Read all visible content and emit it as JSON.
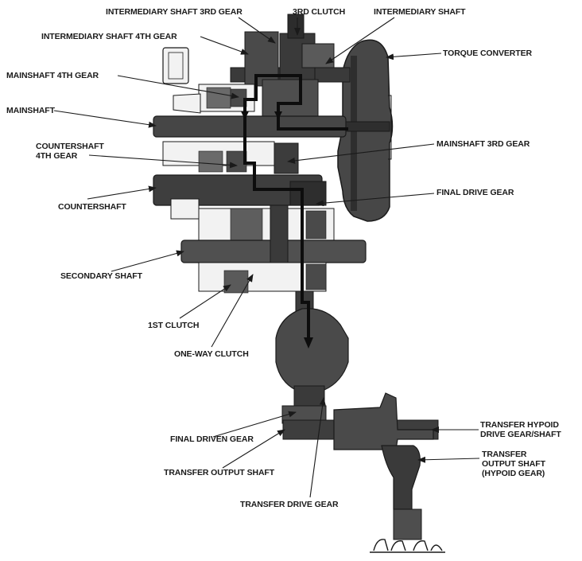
{
  "colors": {
    "ink": "#1a1a1a",
    "body_dark": "#3a3a3a",
    "body_mid": "#5a5a5a",
    "outline_light": "#f2f2f2",
    "power_flow": "#0d0d0d",
    "background": "#ffffff"
  },
  "labels": {
    "intermediary_shaft_3rd_gear": "INTERMEDIARY SHAFT 3RD GEAR",
    "third_clutch": "3RD CLUTCH",
    "intermediary_shaft": "INTERMEDIARY SHAFT",
    "intermediary_shaft_4th_gear": "INTERMEDIARY SHAFT 4TH GEAR",
    "torque_converter": "TORQUE CONVERTER",
    "mainshaft_4th_gear": "MAINSHAFT 4TH GEAR",
    "mainshaft": "MAINSHAFT",
    "countershaft_4th_gear_line1": "COUNTERSHAFT",
    "countershaft_4th_gear_line2": "4TH GEAR",
    "mainshaft_3rd_gear": "MAINSHAFT 3RD GEAR",
    "countershaft": "COUNTERSHAFT",
    "final_drive_gear": "FINAL DRIVE GEAR",
    "secondary_shaft": "SECONDARY SHAFT",
    "first_clutch": "1ST CLUTCH",
    "one_way_clutch": "ONE-WAY CLUTCH",
    "final_driven_gear": "FINAL DRIVEN GEAR",
    "transfer_hypoid_line1": "TRANSFER HYPOID",
    "transfer_hypoid_line2": "DRIVE GEAR/SHAFT",
    "transfer_output_shaft": "TRANSFER OUTPUT SHAFT",
    "transfer_output_hypoid_line1": "TRANSFER",
    "transfer_output_hypoid_line2": "OUTPUT SHAFT",
    "transfer_output_hypoid_line3": "(HYPOID GEAR)",
    "transfer_drive_gear": "TRANSFER DRIVE GEAR"
  }
}
